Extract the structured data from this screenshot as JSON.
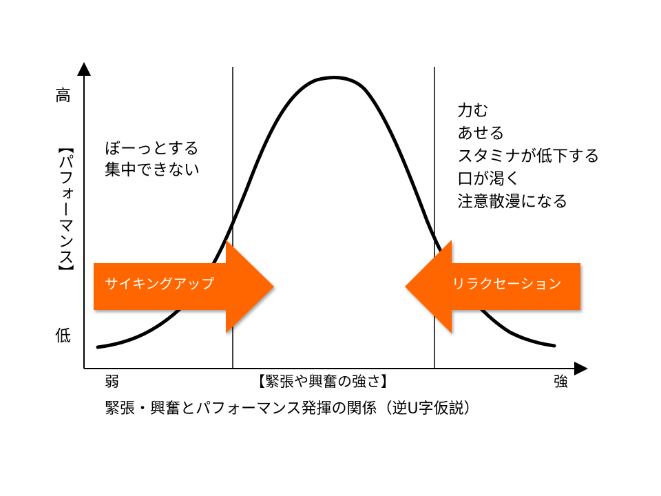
{
  "y_axis": {
    "high": "高",
    "low": "低",
    "label": "【パフォーマンス】"
  },
  "x_axis": {
    "weak": "弱",
    "strong": "強",
    "label": "【緊張や興奮の強さ】"
  },
  "left_zone": {
    "lines": [
      "ぼーっとする",
      "集中できない"
    ]
  },
  "right_zone": {
    "lines": [
      "力む",
      "あせる",
      "スタミナが低下する",
      "口が渇く",
      "注意散漫になる"
    ]
  },
  "arrows": {
    "psych_up": "サイキングアップ",
    "relaxation": "リラクセーション",
    "color": "#FF6600"
  },
  "caption": "緊張・興奮とパフォーマンス発揮の関係（逆U字仮説）"
}
